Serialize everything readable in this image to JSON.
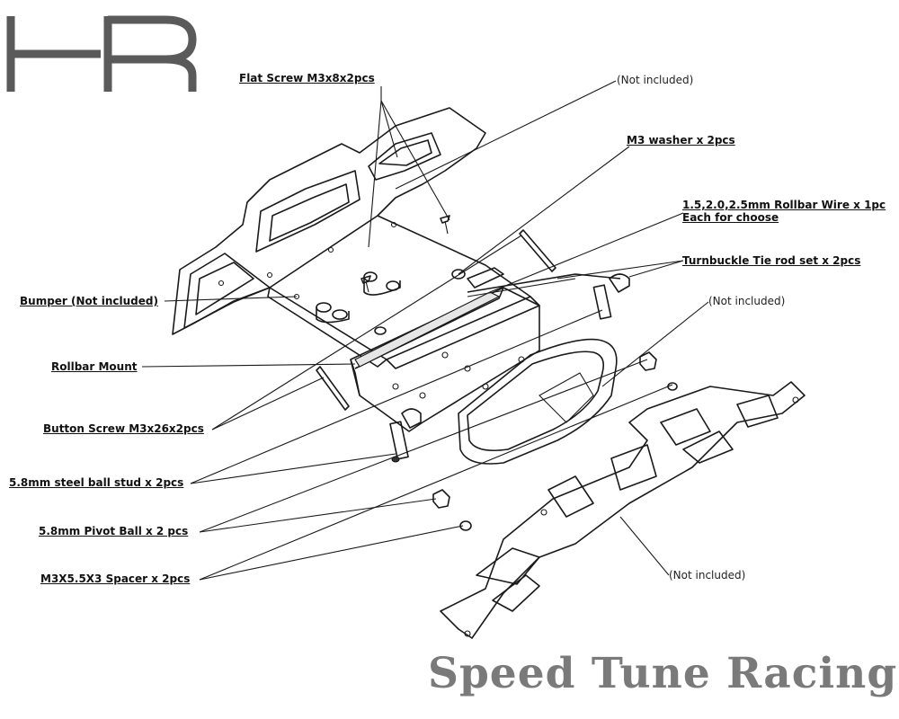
{
  "brand": {
    "logo": "HR",
    "logo_color": "#5a5a5a",
    "watermark": "Speed Tune Racing",
    "watermark_color": "#7a7a7a"
  },
  "callouts": {
    "flat_screw": "Flat Screw M3x8x2pcs",
    "not_included_top": "(Not included)",
    "m3_washer": "M3 washer x 2pcs",
    "rollbar_wire_line1": "1.5,2.0,2.5mm Rollbar Wire x 1pc",
    "rollbar_wire_line2": "Each for choose",
    "turnbuckle": "Turnbuckle Tie rod set x 2pcs",
    "not_included_mid": "(Not included)",
    "bumper": "Bumper (Not included)",
    "rollbar_mount": "Rollbar Mount",
    "button_screw": "Button Screw M3x26x2pcs",
    "ball_stud": "5.8mm steel ball stud x 2pcs",
    "pivot_ball": "5.8mm Pivot Ball  x 2 pcs",
    "spacer": "M3X5.5X3 Spacer x 2pcs",
    "not_included_bottom": "(Not included)"
  }
}
